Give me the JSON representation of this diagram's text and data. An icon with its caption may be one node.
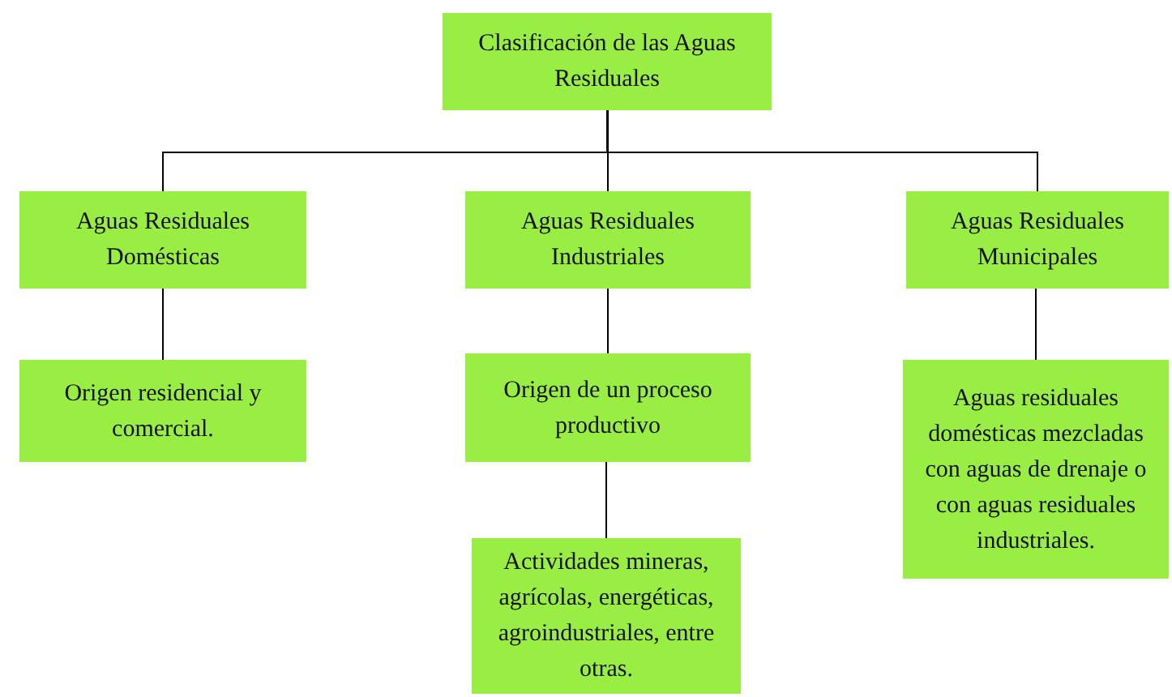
{
  "diagram": {
    "nodes": [
      {
        "text": [
          "Clasificación de las Aguas Residuales"
        ]
      },
      {
        "text": [
          "Aguas Residuales Domésticas"
        ]
      },
      {
        "text": [
          "Aguas Residuales Industriales"
        ]
      },
      {
        "text": [
          "Aguas Residuales Municipales"
        ]
      },
      {
        "text": [
          "Origen residencial y comercial."
        ]
      },
      {
        "text": [
          "Origen de un proceso productivo"
        ]
      },
      {
        "text": [
          "Aguas residuales domésticas mezcladas con aguas de drenaje o con aguas residuales industriales."
        ]
      },
      {
        "text": [
          "Actividades mineras, agrícolas, energéticas, agroindustriales, entre otras."
        ]
      }
    ],
    "edges": [
      {
        "from": 0,
        "to": 1,
        "arrow": "none"
      },
      {
        "from": 0,
        "to": 2,
        "arrow": "none"
      },
      {
        "from": 0,
        "to": 3,
        "arrow": "none"
      },
      {
        "from": 1,
        "to": 4,
        "arrow": "none"
      },
      {
        "from": 2,
        "to": 5,
        "arrow": "none"
      },
      {
        "from": 3,
        "to": 6,
        "arrow": "none"
      },
      {
        "from": 5,
        "to": 7,
        "arrow": "none"
      }
    ]
  }
}
